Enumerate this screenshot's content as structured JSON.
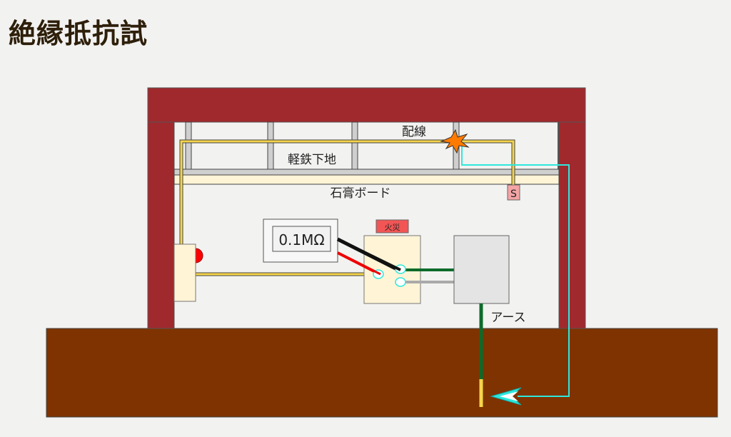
{
  "title": "絶縁抵抗試",
  "labels": {
    "wiring": "配線",
    "light_steel_frame": "軽鉄下地",
    "gypsum_board": "石膏ボード",
    "switch_mark": "S",
    "fire_tag": "火災",
    "meter_reading": "0.1MΩ",
    "earth": "アース"
  },
  "colors": {
    "frame": "#a0292d",
    "ground": "#7f3300",
    "wire": "#f5d44a",
    "leak_path": "#2de8dc",
    "earth_wire": "#0d6b2a",
    "fire_tag": "#f25555",
    "spark": "#ff7a00"
  }
}
